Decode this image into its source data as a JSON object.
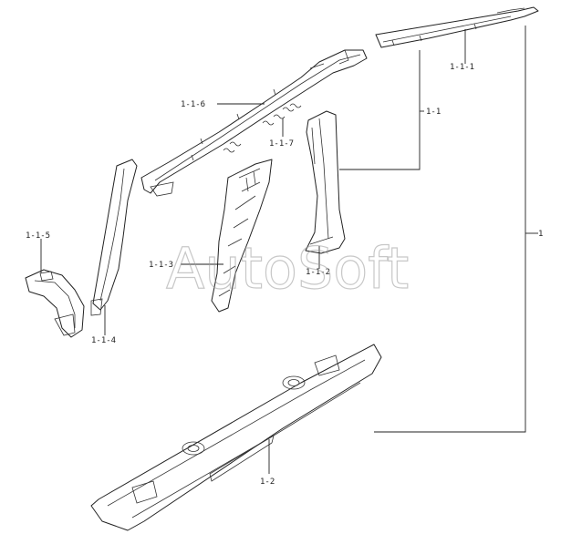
{
  "diagram": {
    "watermark": "AutoSoft",
    "callouts": {
      "p1": "1",
      "p1_1": "1-1",
      "p1_1_1": "1-1-1",
      "p1_1_2": "1-1-2",
      "p1_1_3": "1-1-3",
      "p1_1_4": "1-1-4",
      "p1_1_5": "1-1-5",
      "p1_1_6": "1-1-6",
      "p1_1_7": "1-1-7",
      "p1_2": "1-2"
    }
  }
}
